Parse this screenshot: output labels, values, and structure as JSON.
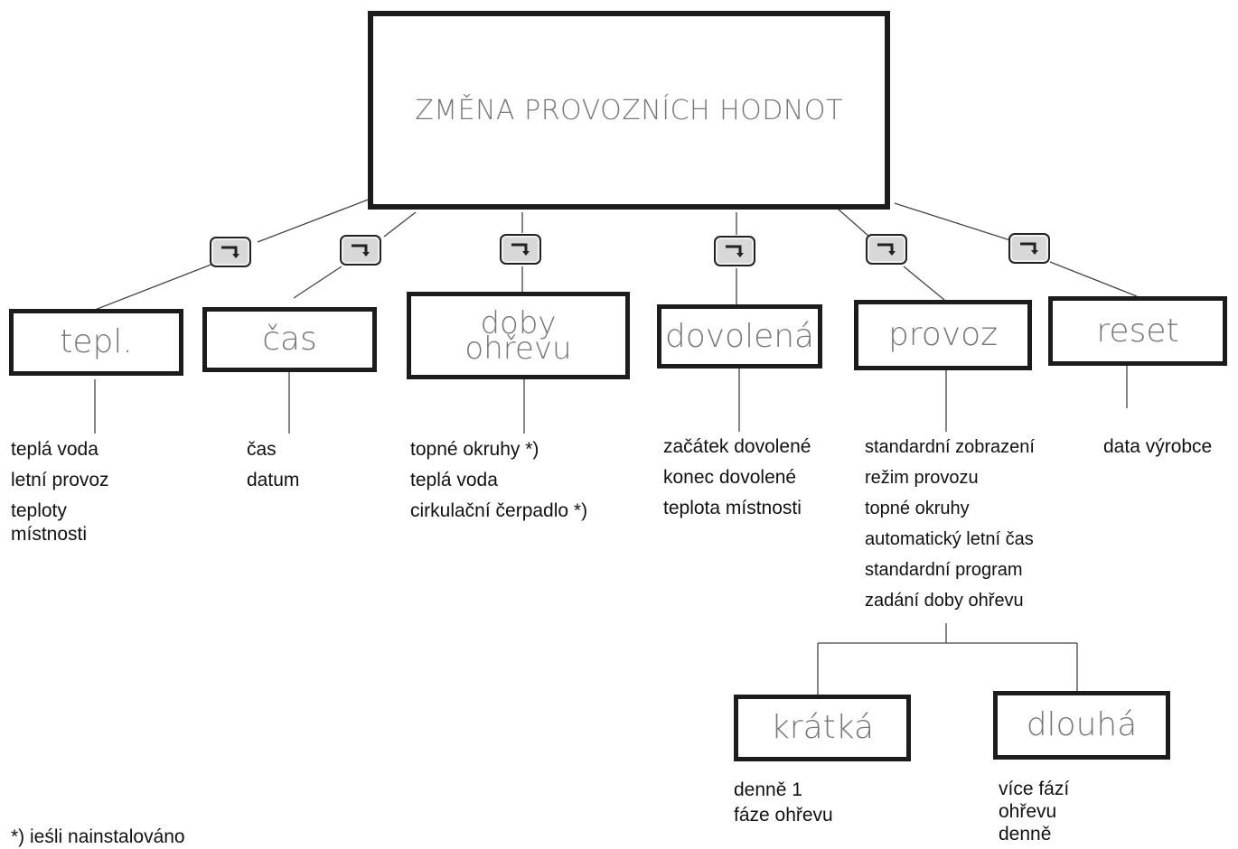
{
  "root": {
    "title": "ZMĚNA PROVOZNÍCH HODNOT"
  },
  "menus": [
    {
      "label": "tepl.",
      "items": [
        "teplá voda",
        "letní provoz",
        "teploty místnosti"
      ]
    },
    {
      "label": "čas",
      "items": [
        "čas",
        "datum"
      ]
    },
    {
      "label_line1": "doby",
      "label_line2": "ohřevu",
      "items": [
        "topné okruhy *)",
        "teplá voda",
        "cirkulační čerpadlo *)"
      ]
    },
    {
      "label": "dovolená",
      "items": [
        "začátek dovolené",
        "konec dovolené",
        "teplota místnosti"
      ]
    },
    {
      "label": "provoz",
      "items": [
        "standardní zobrazení",
        "režim provozu",
        "topné okruhy",
        "automatický letní čas",
        "standardní program",
        "zadání doby ohřevu"
      ]
    },
    {
      "label": "reset",
      "items": [
        "data výrobce"
      ]
    }
  ],
  "submenus": [
    {
      "label": "krátká",
      "items": [
        "denně 1",
        "fáze ohřevu"
      ]
    },
    {
      "label": "dlouhá",
      "items": [
        "více fází",
        "ohřevu",
        "denně"
      ]
    }
  ],
  "footnote": "*) ieśli nainstalováno",
  "icons": {
    "enter_key": "enter-key-icon"
  }
}
